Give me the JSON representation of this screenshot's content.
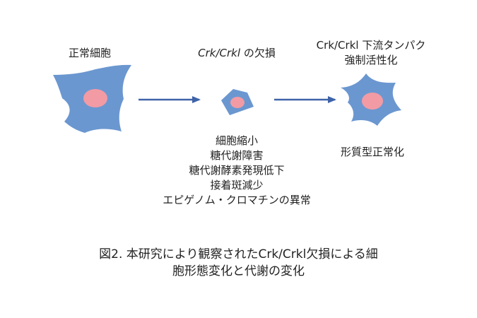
{
  "colors": {
    "cell_body": "#6b97d0",
    "nucleus": "#f29ba4",
    "arrow": "#3e63a8",
    "text": "#222222"
  },
  "labels": {
    "normal_cell": "正常細胞",
    "loss_gene": "Crk/Crkl",
    "loss_suffix": " の欠損",
    "downstream_line1": "Crk/Crkl 下流タンパク",
    "downstream_line2": "強制活性化",
    "normalized": "形質型正常化"
  },
  "phenotypes": [
    "細胞縮小",
    "糖代謝障害",
    "糖代謝酵素発現低下",
    "接着斑減少",
    "エピゲノム・クロマチンの異常"
  ],
  "caption": {
    "line1": "図2. 本研究により観察されたCrk/Crkl欠損による細",
    "line2": "胞形態変化と代謝の変化"
  },
  "icons": {
    "normal_cell": "spread-cell-icon",
    "small_cell": "shrunken-cell-icon",
    "restored_cell": "restored-cell-icon",
    "arrows": "right-arrow-icon"
  }
}
